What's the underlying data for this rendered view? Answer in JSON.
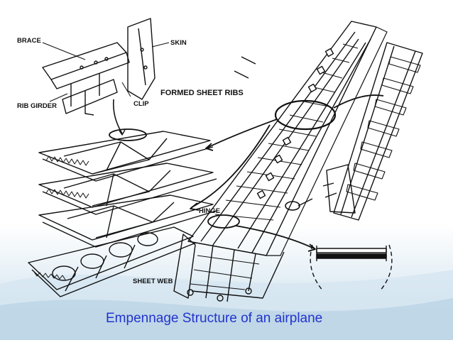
{
  "slide": {
    "caption": "Empennage Structure of an airplane"
  },
  "diagram": {
    "labels": {
      "brace": "BRACE",
      "skin": "SKIN",
      "clip": "CLIP",
      "formed_ribs": "FORMED  SHEET RIBS",
      "rib_girder": "RIB GIRDER",
      "hinge": "HINGE",
      "sheet_web": "SHEET WEB"
    }
  },
  "colors": {
    "caption": "#2233cc",
    "line": "#111111",
    "background_wave": "#bfd6e6"
  }
}
